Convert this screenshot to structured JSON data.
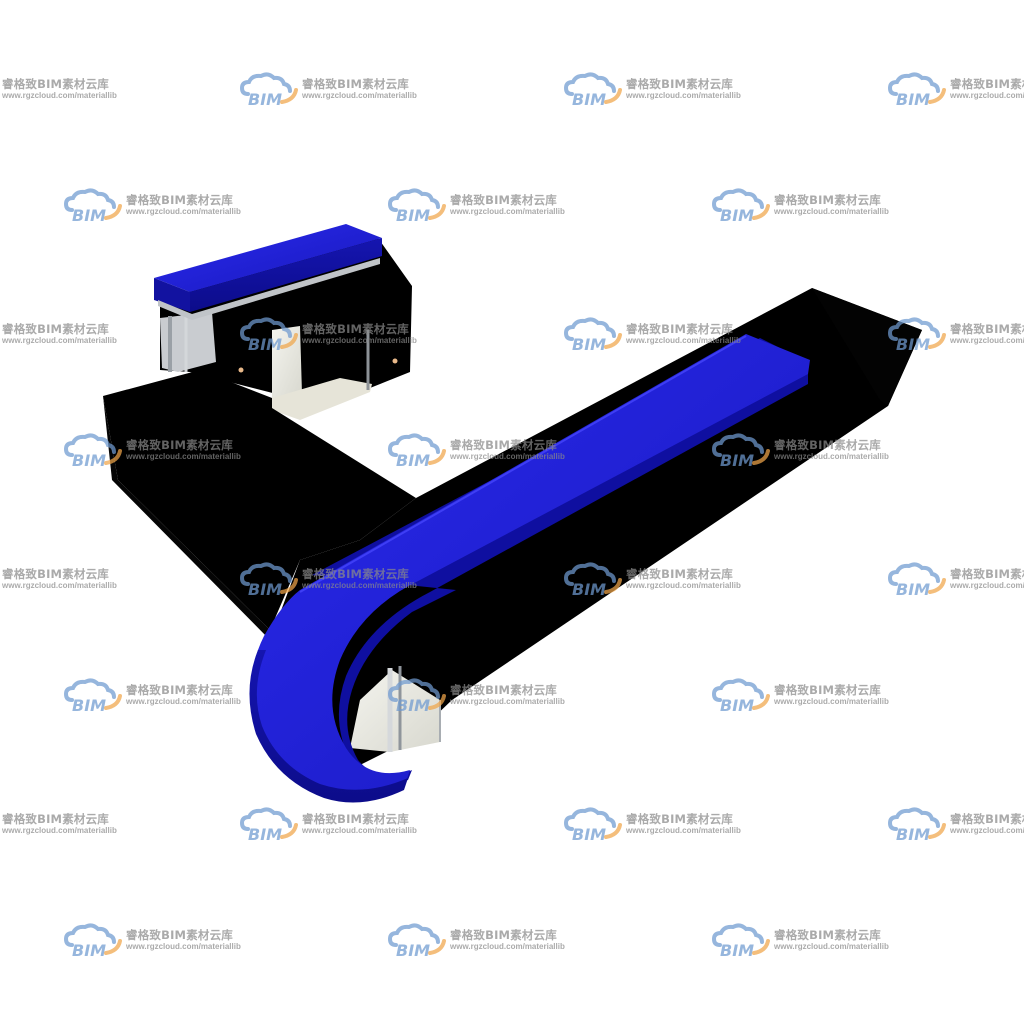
{
  "scene": {
    "subject": "reception-desk-3d-render",
    "colors": {
      "background": "#ffffff",
      "body": "#000000",
      "top_band": "#1a1acc",
      "top_band_light": "#2a2aee",
      "top_band_dark": "#0c0c8a",
      "glass": "#e8e8e0",
      "metal": "#b8bcc0"
    }
  },
  "watermark": {
    "logo_text": "BIM",
    "title": "睿格致BIM素材云库",
    "url": "www.rgzcloud.com/materiallib",
    "colors": {
      "cloud": "#6f9ad0",
      "arc": "#f0a64a",
      "text": "#8a8a8a"
    }
  }
}
